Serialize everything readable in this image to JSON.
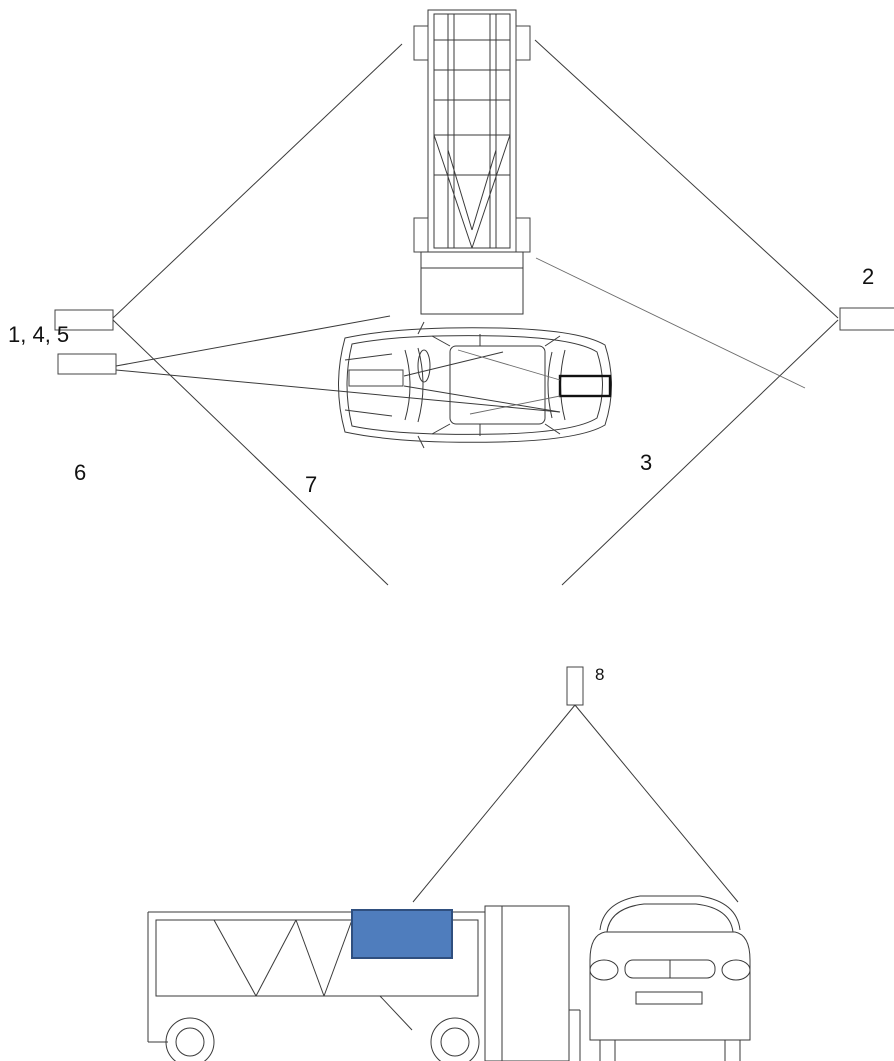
{
  "labels": {
    "sensor_group_left": "1, 4, 5",
    "sensor_right": "2",
    "zone_right": "3",
    "zone_left": "6",
    "zone_center": "7",
    "sensor_top_side_view": "8"
  },
  "colors": {
    "highlight_panel": "#4f7dbd",
    "highlight_panel_border": "#2f4f7f",
    "line": "#3a3a3a"
  }
}
